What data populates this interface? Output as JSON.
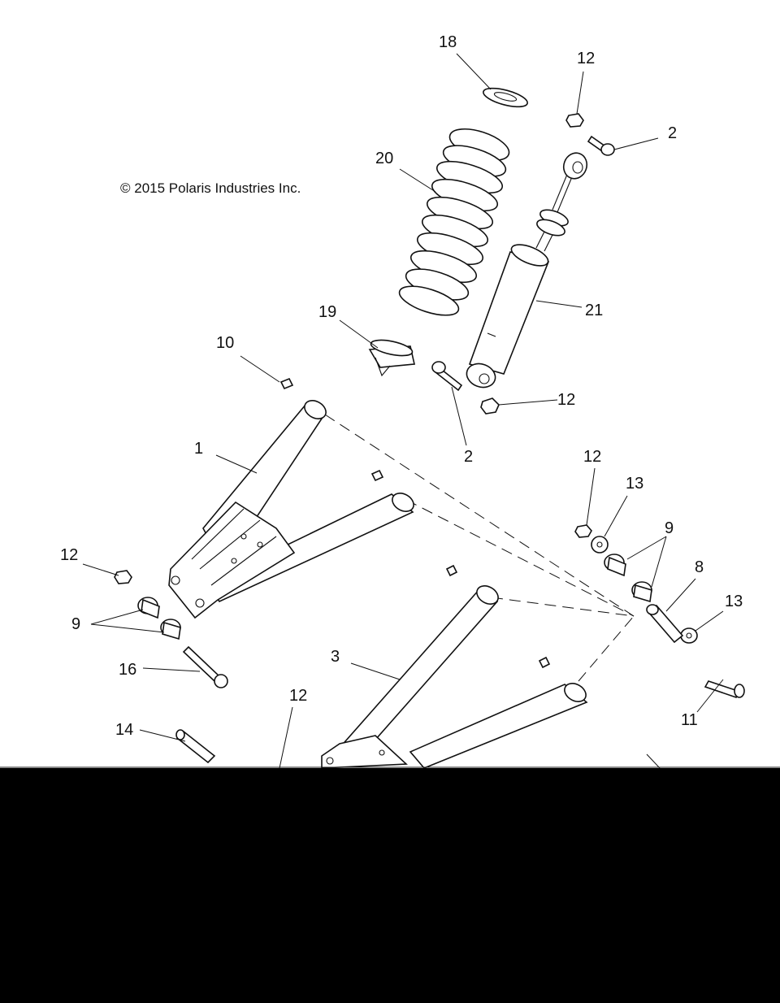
{
  "copyright": "© 2015 Polaris Industries Inc.",
  "callouts": [
    {
      "id": "c18",
      "label": "18"
    },
    {
      "id": "c12a",
      "label": "12"
    },
    {
      "id": "c2a",
      "label": "2"
    },
    {
      "id": "c20",
      "label": "20"
    },
    {
      "id": "c21",
      "label": "21"
    },
    {
      "id": "c19",
      "label": "19"
    },
    {
      "id": "c10",
      "label": "10"
    },
    {
      "id": "c12b",
      "label": "12"
    },
    {
      "id": "c2b",
      "label": "2"
    },
    {
      "id": "c1",
      "label": "1"
    },
    {
      "id": "c12c",
      "label": "12"
    },
    {
      "id": "c13a",
      "label": "13"
    },
    {
      "id": "c9a",
      "label": "9"
    },
    {
      "id": "c12d",
      "label": "12"
    },
    {
      "id": "c8",
      "label": "8"
    },
    {
      "id": "c13b",
      "label": "13"
    },
    {
      "id": "c9b",
      "label": "9"
    },
    {
      "id": "c16",
      "label": "16"
    },
    {
      "id": "c3",
      "label": "3"
    },
    {
      "id": "c12e",
      "label": "12"
    },
    {
      "id": "c11",
      "label": "11"
    },
    {
      "id": "c14",
      "label": "14"
    }
  ]
}
